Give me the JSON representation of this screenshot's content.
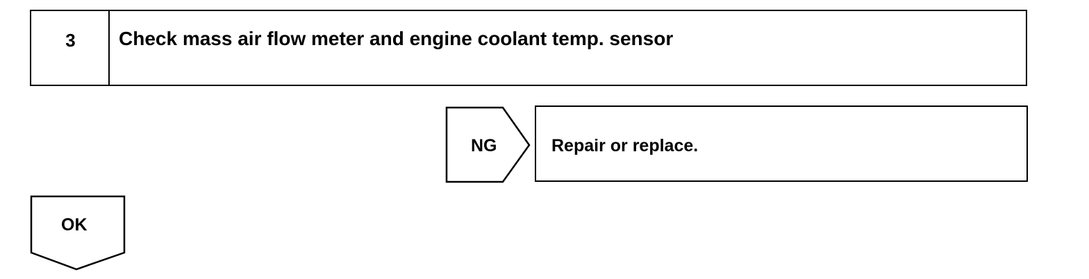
{
  "step": {
    "number": "3",
    "title": "Check mass air flow meter and engine coolant temp. sensor"
  },
  "ng_branch": {
    "label": "NG",
    "action": "Repair or replace."
  },
  "ok_branch": {
    "label": "OK"
  }
}
